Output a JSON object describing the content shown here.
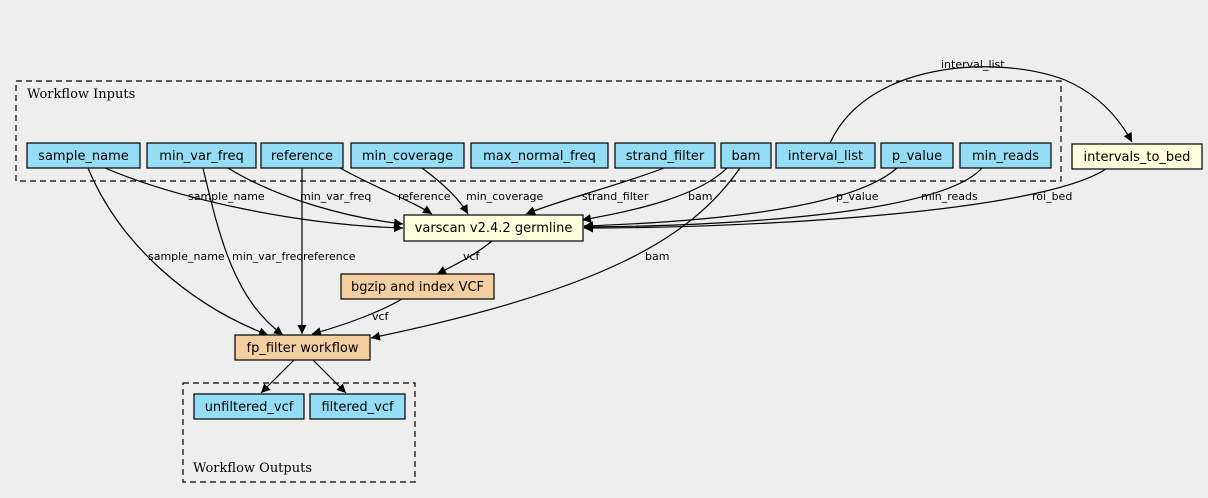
{
  "clusters": {
    "inputs_label": "Workflow Inputs",
    "outputs_label": "Workflow Outputs"
  },
  "colors": {
    "input_fill": "#94ddf4",
    "tool_fill": "#ffffdd",
    "subworkflow_fill": "#f3cea1",
    "background": "#eeeeee",
    "stroke": "#000000"
  },
  "nodes": {
    "sample_name": "sample_name",
    "min_var_freq": "min_var_freq",
    "reference": "reference",
    "min_coverage": "min_coverage",
    "max_normal_freq": "max_normal_freq",
    "strand_filter": "strand_filter",
    "bam": "bam",
    "interval_list": "interval_list",
    "p_value": "p_value",
    "min_reads": "min_reads",
    "intervals_to_bed": "intervals_to_bed",
    "varscan": "varscan v2.4.2 germline",
    "bgzip": "bgzip and index VCF",
    "fp_filter": "fp_filter workflow",
    "unfiltered_vcf": "unfiltered_vcf",
    "filtered_vcf": "filtered_vcf"
  },
  "edge_labels": {
    "interval_list_to_bed": "interval_list",
    "sample_name_varscan": "sample_name",
    "min_var_freq_varscan": "min_var_freq",
    "reference_varscan": "reference",
    "min_coverage_varscan": "min_coverage",
    "strand_filter_varscan": "strand_filter",
    "bam_varscan": "bam",
    "p_value_varscan": "p_value",
    "min_reads_varscan": "min_reads",
    "roi_bed_varscan": "roi_bed",
    "sample_name_fp": "sample_name",
    "min_var_freq_fp": "min_var_freq",
    "reference_fp": "reference",
    "bam_fp": "bam",
    "varscan_bgzip": "vcf",
    "bgzip_fp": "vcf"
  }
}
